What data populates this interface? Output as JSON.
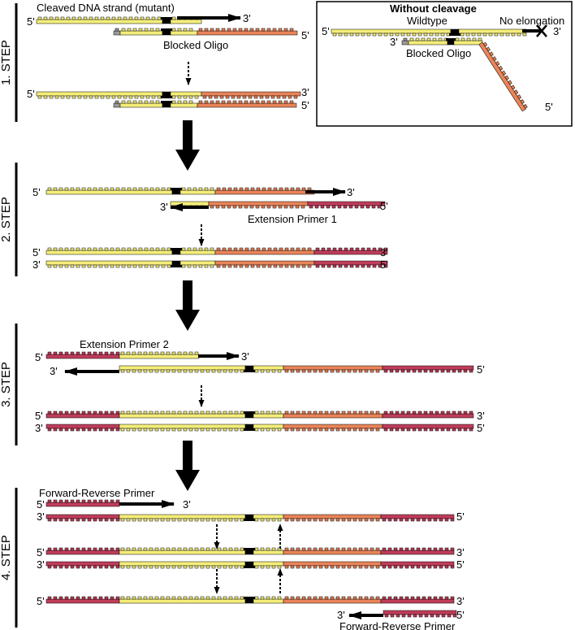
{
  "colors": {
    "yellow": "#f4ee7a",
    "orange": "#e98459",
    "crimson": "#bf3d5b",
    "gray": "#9a9a9a",
    "black": "#000000"
  },
  "steps": [
    {
      "label": "1. STEP"
    },
    {
      "label": "2. STEP"
    },
    {
      "label": "3. STEP"
    },
    {
      "label": "4. STEP"
    }
  ],
  "ends": {
    "five": "5'",
    "three": "3'"
  },
  "labels": {
    "cleaved_strand": "Cleaved DNA strand (mutant)",
    "blocked_oligo": "Blocked Oligo",
    "extension_primer_1": "Extension Primer 1",
    "extension_primer_2": "Extension Primer 2",
    "forward_reverse_primer_top": "Forward-Reverse Primer",
    "forward_reverse_primer_bottom": "Forward-Reverse Primer"
  },
  "inset": {
    "title": "Without cleavage",
    "wildtype": "Wildtype",
    "no_elongation": "No elongation",
    "blocked_oligo": "Blocked Oligo"
  }
}
